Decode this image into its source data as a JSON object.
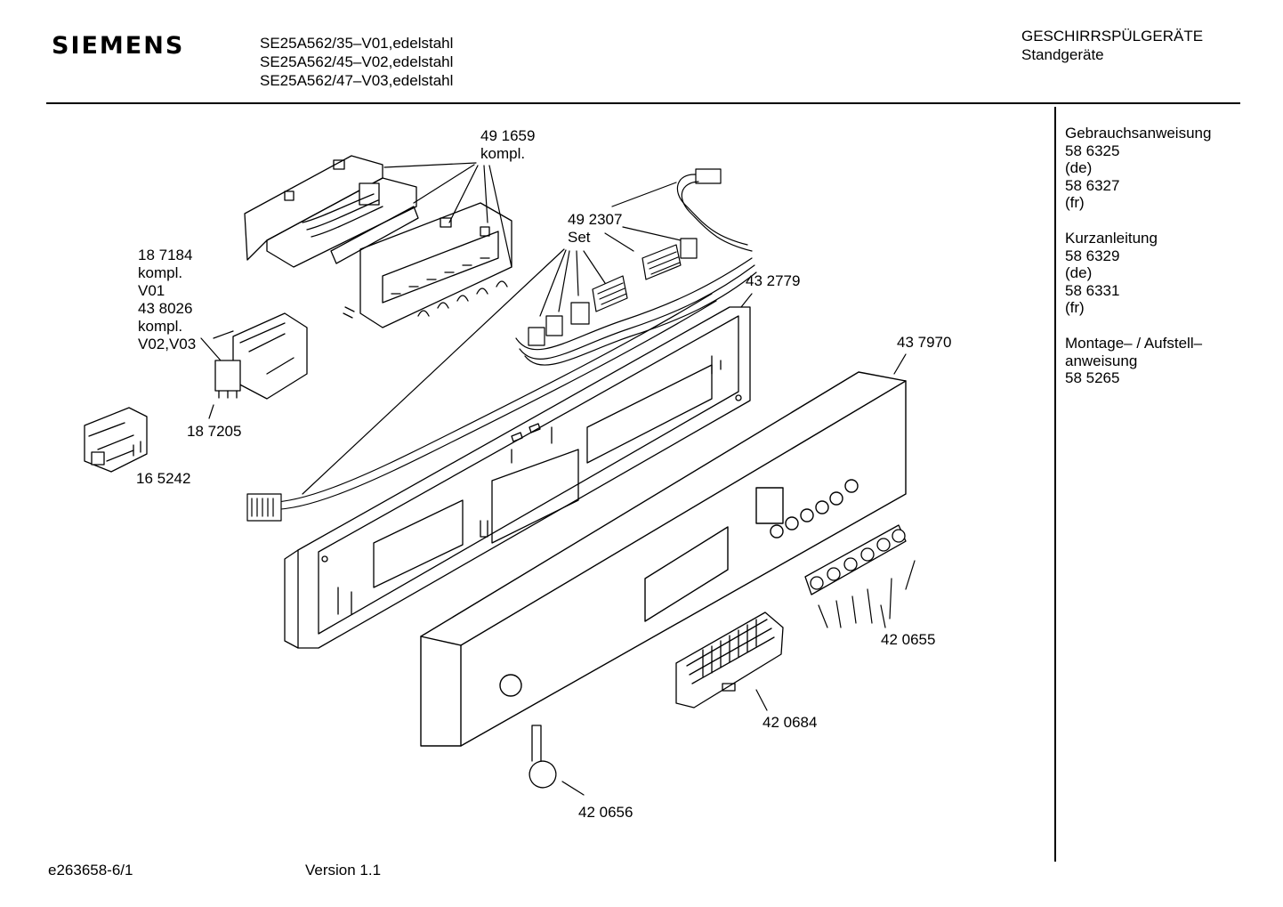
{
  "header": {
    "brand": "SIEMENS",
    "models": [
      "SE25A562/35–V01,edelstahl",
      "SE25A562/45–V02,edelstahl",
      "SE25A562/47–V03,edelstahl"
    ],
    "category_line1": "GESCHIRRSPÜLGERÄTE",
    "category_line2": "Standgeräte"
  },
  "documents": [
    {
      "lines": [
        "Gebrauchsanweisung",
        "58 6325",
        "(de)",
        "58 6327",
        "(fr)"
      ]
    },
    {
      "lines": [
        "Kurzanleitung",
        "58 6329",
        "(de)",
        "58 6331",
        "(fr)"
      ]
    },
    {
      "lines": [
        "Montage– / Aufstell–",
        "anweisung",
        "58 5265"
      ]
    }
  ],
  "parts": {
    "p491659": [
      "49 1659",
      "kompl."
    ],
    "p492307": [
      "49 2307",
      "Set"
    ],
    "p187184": [
      "18 7184",
      "kompl.",
      "V01",
      "43 8026",
      "kompl.",
      "V02,V03"
    ],
    "p432779": [
      "43 2779"
    ],
    "p437970": [
      "43 7970"
    ],
    "p187205": [
      "18 7205"
    ],
    "p165242": [
      "16 5242"
    ],
    "p420655": [
      "42 0655"
    ],
    "p420684": [
      "42 0684"
    ],
    "p420656": [
      "42 0656"
    ]
  },
  "footer": {
    "drawing_id": "e263658-6/1",
    "version": "Version 1.1"
  }
}
